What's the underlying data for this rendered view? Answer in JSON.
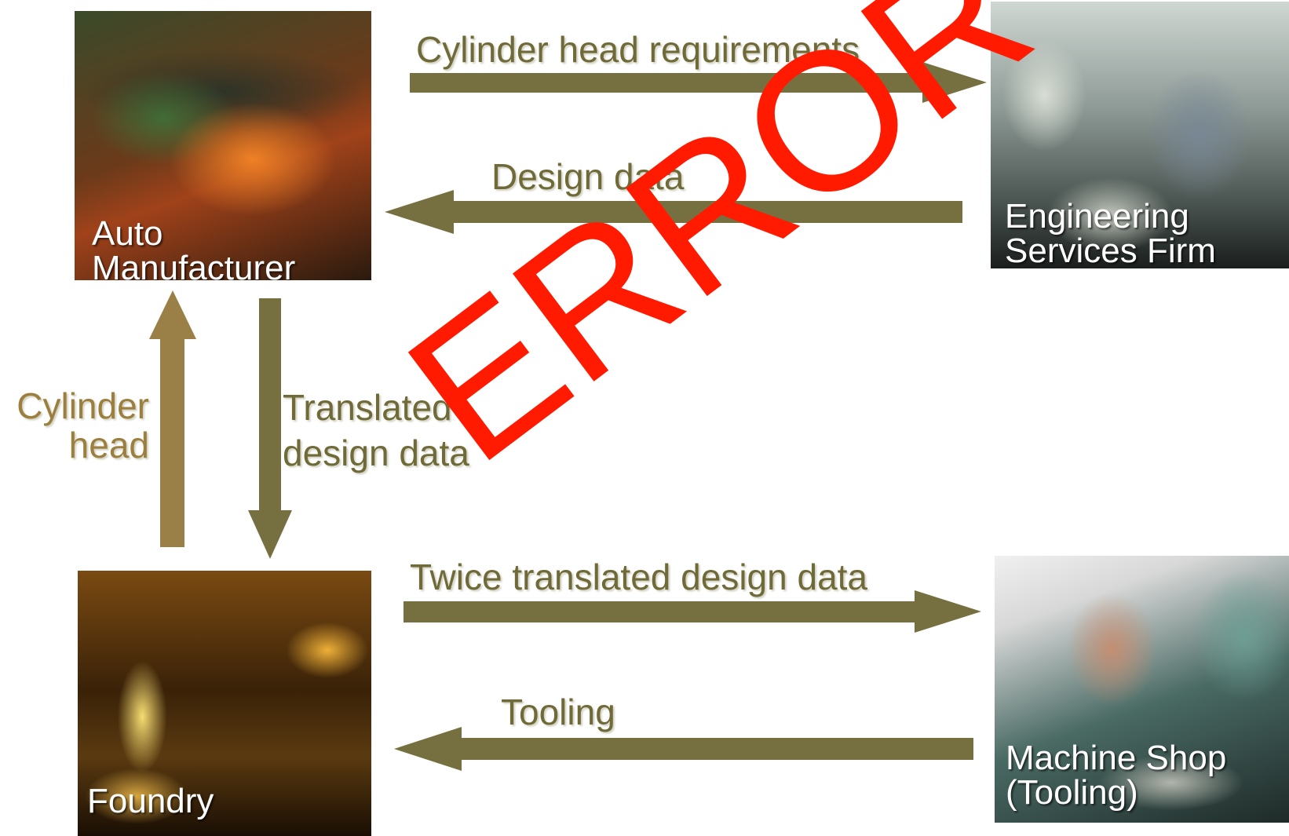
{
  "nodes": {
    "auto": [
      "Auto",
      "Manufacturer"
    ],
    "engineering": [
      "Engineering",
      "Services Firm"
    ],
    "foundry": [
      "Foundry"
    ],
    "machine": [
      "Machine Shop",
      "(Tooling)"
    ]
  },
  "flows": {
    "top_right": "Cylinder head requirements",
    "top_left": "Design data",
    "left_up": [
      "Cylinder",
      "head"
    ],
    "left_down": [
      "Translated",
      "design data"
    ],
    "bottom_right": "Twice translated design data",
    "bottom_left": "Tooling"
  },
  "stamp": "ERROR",
  "colors": {
    "arrow_olive": "#767040",
    "arrow_tan": "#9a8047",
    "label_olive": "#6f6a38",
    "label_tan": "#9c7f3f",
    "stamp": "#ff1a00"
  }
}
